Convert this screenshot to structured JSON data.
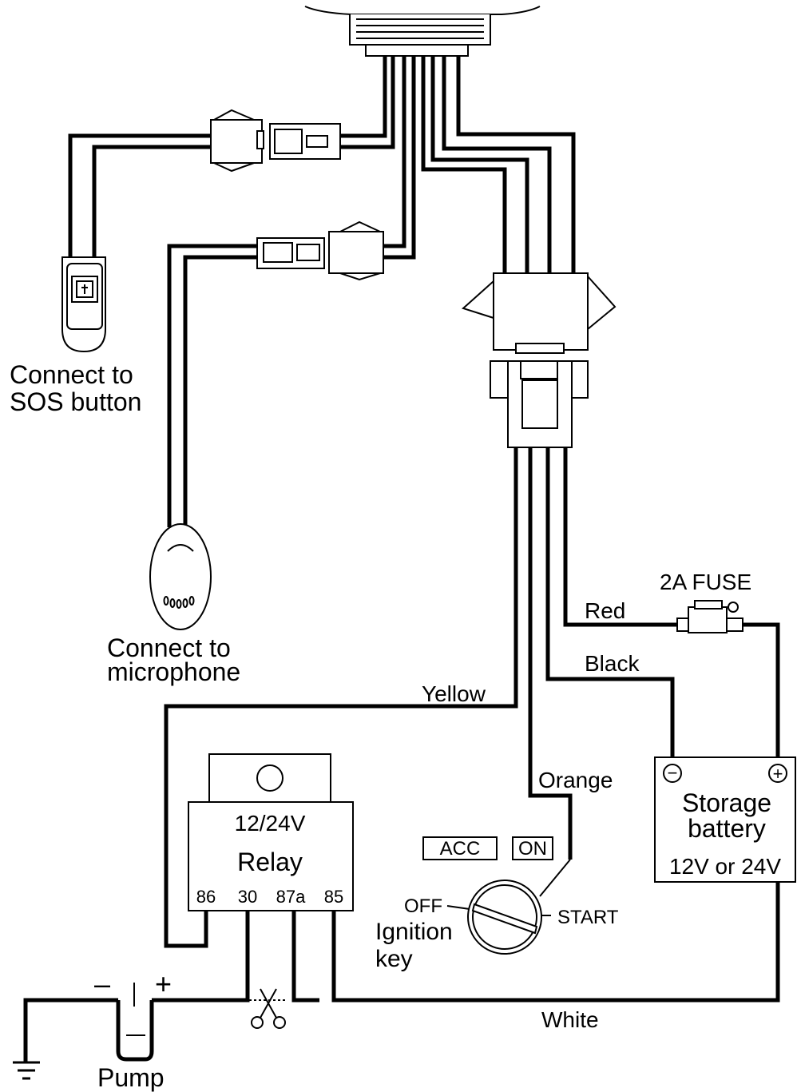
{
  "labels": {
    "sos_line1": "Connect to",
    "sos_line2": "SOS button",
    "mic_line1": "Connect to",
    "mic_line2": "microphone",
    "fuse": "2A  FUSE",
    "red": "Red",
    "black": "Black",
    "yellow": "Yellow",
    "orange": "Orange",
    "white": "White",
    "pump": "Pump",
    "pump_minus": "–",
    "pump_plus": "+",
    "relay_voltage": "12/24V",
    "relay_title": "Relay",
    "pin_86": "86",
    "pin_30": "30",
    "pin_87a": "87a",
    "pin_85": "85",
    "acc": "ACC",
    "on": "ON",
    "off": "OFF",
    "start": "START",
    "ignition_line1": "Ignition",
    "ignition_line2": "key",
    "battery_line1": "Storage",
    "battery_line2": "battery",
    "battery_voltage": "12V or 24V",
    "battery_minus": "−",
    "battery_plus": "+"
  },
  "colors": {
    "line": "#000000",
    "background": "#ffffff"
  },
  "icons": {
    "sos": "sos-button-icon",
    "mic": "microphone-icon",
    "fuse": "fuse-icon",
    "scissors": "scissors-icon",
    "ground": "ground-icon",
    "key": "ignition-key-icon"
  }
}
